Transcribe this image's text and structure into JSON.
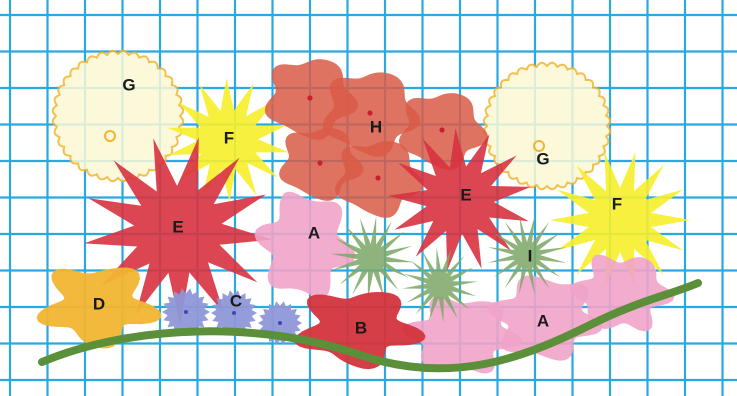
{
  "title": "",
  "grid": {
    "color": "#29a9e1",
    "line_color_name": "sky-blue"
  },
  "edging": {
    "color": "#5b8f3a"
  },
  "plant_types": {
    "A": {
      "color": "#f0a3c9",
      "shape": "blob-flower"
    },
    "B": {
      "color": "#d3343c",
      "shape": "blob-flower"
    },
    "C": {
      "color": "#8f97d8",
      "shape": "pom-pom"
    },
    "D": {
      "color": "#f2b531",
      "shape": "blob-flower"
    },
    "E": {
      "color": "#d7323f",
      "shape": "spiky-star"
    },
    "F": {
      "color": "#f7ee2a",
      "shape": "spiky-star"
    },
    "G": {
      "color": "#fcf8d5",
      "outline": "#f2b531",
      "shape": "frilly-disc"
    },
    "H": {
      "color": "#d95b46",
      "shape": "round-petal"
    },
    "I": {
      "color": "#7fa86a",
      "shape": "spiky-star"
    }
  },
  "labels": [
    {
      "id": "label-g-left",
      "text": "G"
    },
    {
      "id": "label-f-left",
      "text": "F"
    },
    {
      "id": "label-h",
      "text": "H"
    },
    {
      "id": "label-g-right",
      "text": "G"
    },
    {
      "id": "label-e-right",
      "text": "E"
    },
    {
      "id": "label-f-right",
      "text": "F"
    },
    {
      "id": "label-e-left",
      "text": "E"
    },
    {
      "id": "label-a-middle",
      "text": "A"
    },
    {
      "id": "label-i",
      "text": "I"
    },
    {
      "id": "label-d",
      "text": "D"
    },
    {
      "id": "label-c",
      "text": "C"
    },
    {
      "id": "label-b",
      "text": "B"
    },
    {
      "id": "label-a-right",
      "text": "A"
    }
  ]
}
